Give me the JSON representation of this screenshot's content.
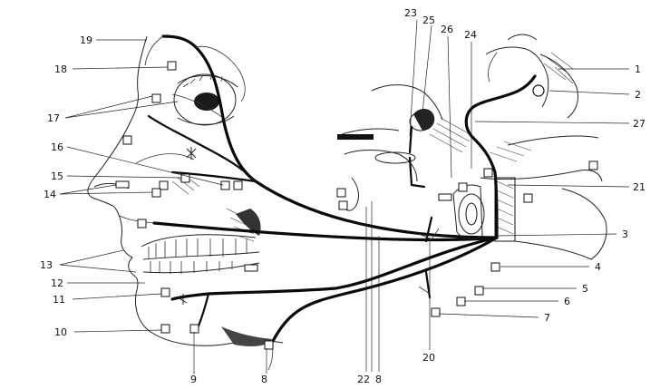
{
  "labels": {
    "l1": "1",
    "l2": "2",
    "l3": "3",
    "l4": "4",
    "l5": "5",
    "l6": "6",
    "l7": "7",
    "l8": "8",
    "l8b": "8",
    "l9": "9",
    "l10": "10",
    "l11": "11",
    "l12": "12",
    "l13": "13",
    "l14": "14",
    "l15": "15",
    "l16": "16",
    "l17": "17",
    "l18": "18",
    "l19": "19",
    "l20": "20",
    "l21": "21",
    "l22": "22",
    "l23": "23",
    "l24": "24",
    "l25": "25",
    "l26": "26",
    "l27": "27"
  }
}
